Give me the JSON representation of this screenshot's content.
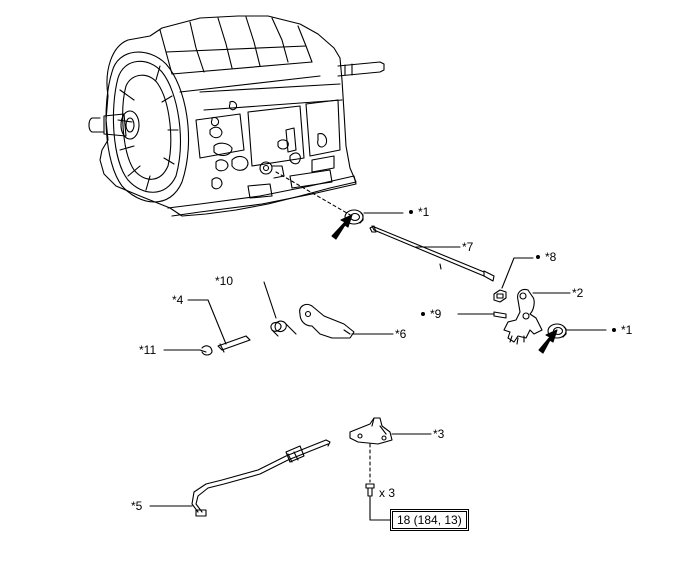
{
  "labels": {
    "l1a": "*1",
    "l7": "*7",
    "l8": "*8",
    "l2": "*2",
    "l9": "*9",
    "l1b": "*1",
    "l10": "*10",
    "l4": "*4",
    "l6": "*6",
    "l11": "*11",
    "l3": "*3",
    "l5": "*5"
  },
  "bolt_qty": "x 3",
  "torque": "18 (184, 13)"
}
